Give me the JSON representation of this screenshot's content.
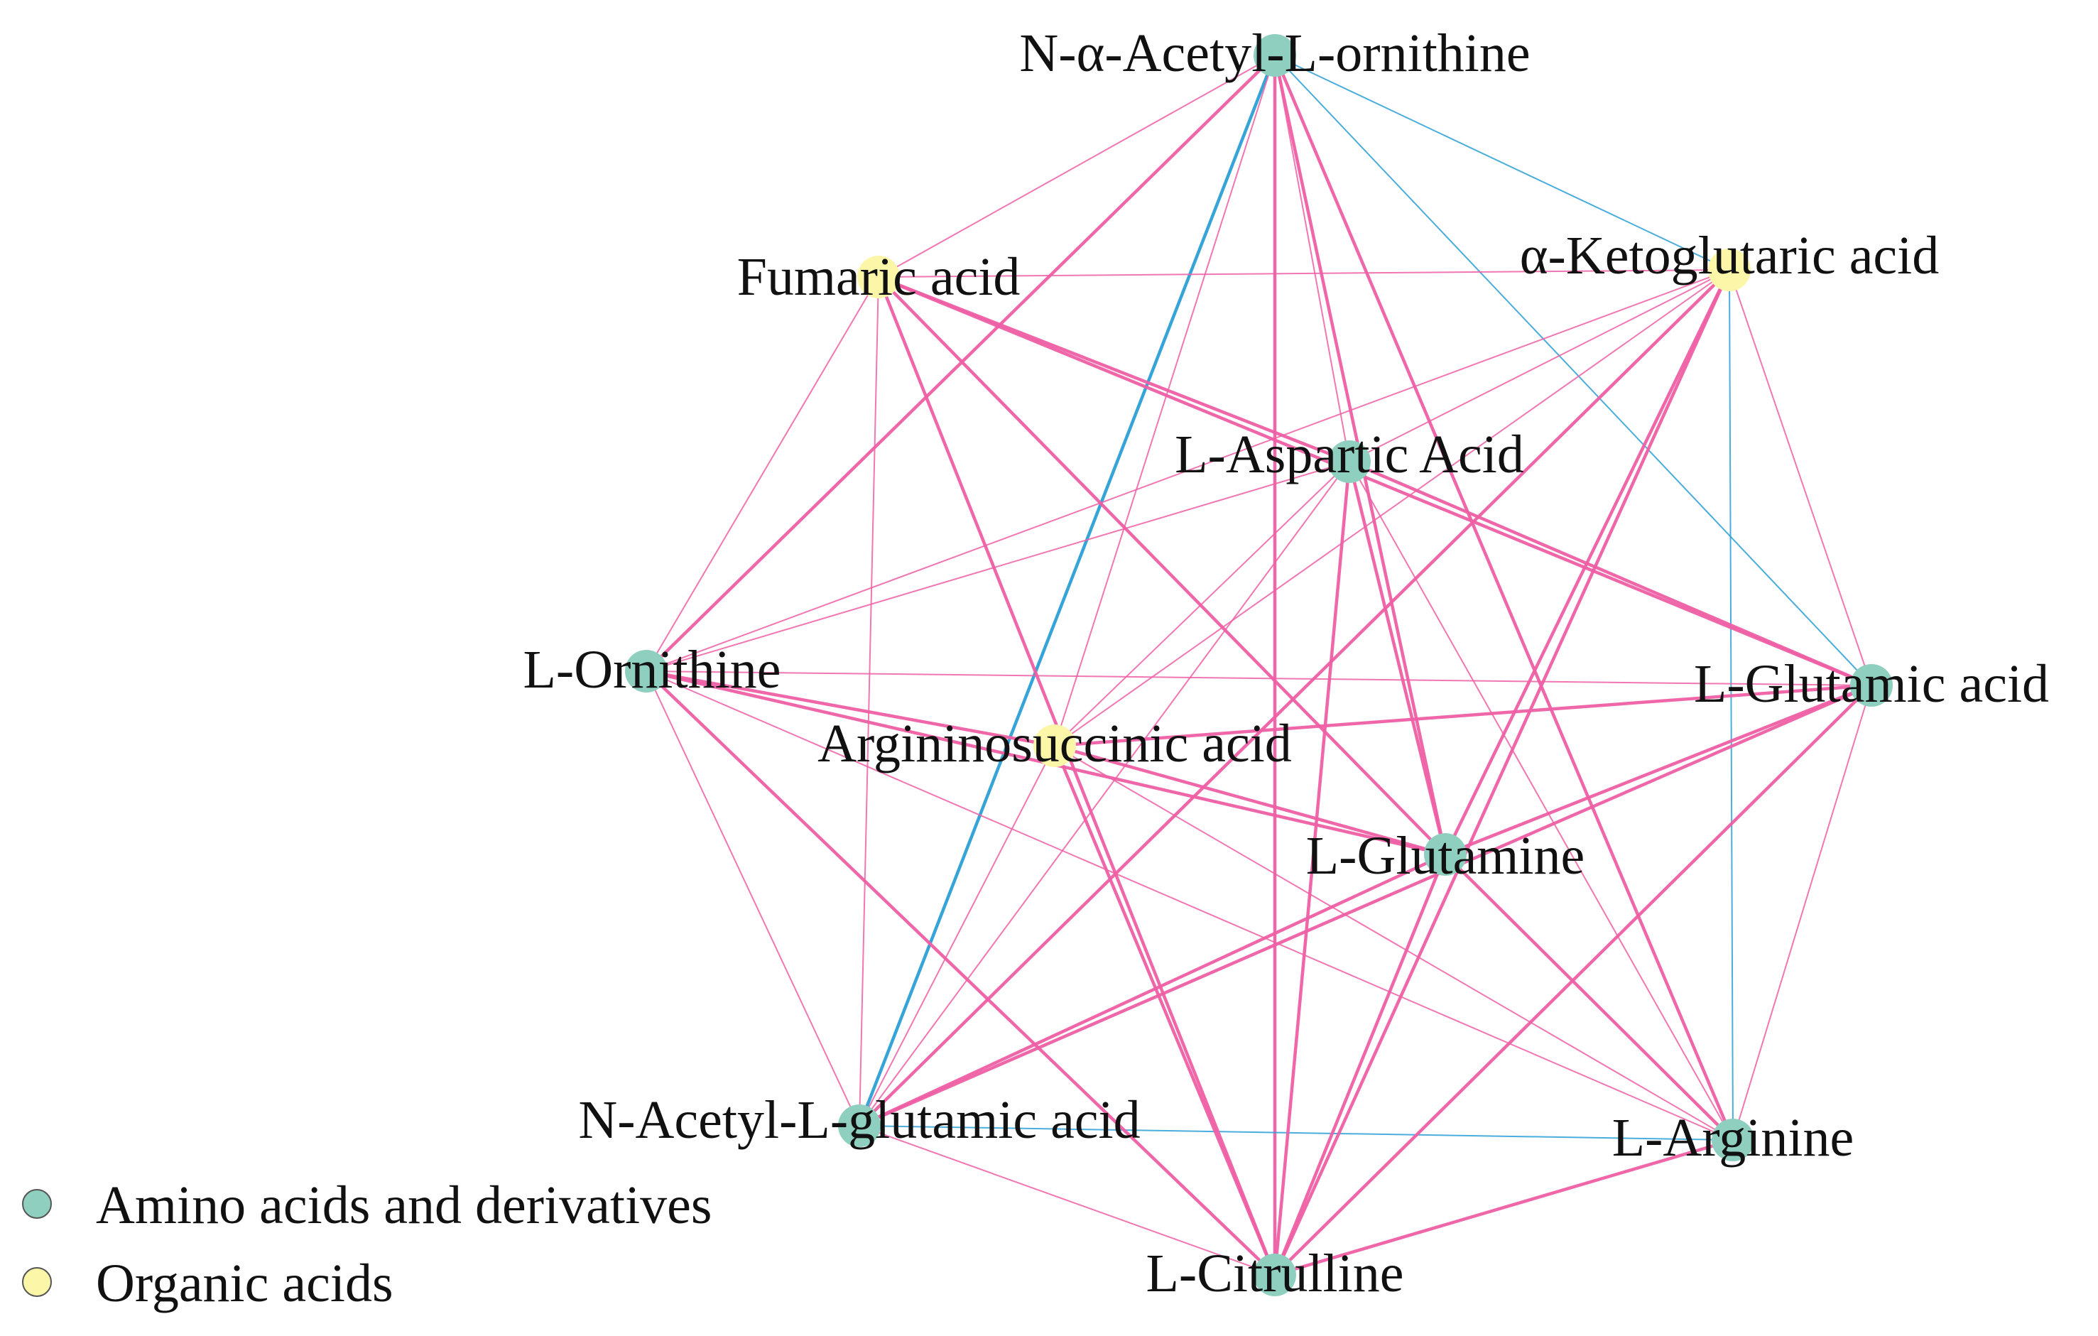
{
  "colors": {
    "amino": "#8fcfbf",
    "organic": "#fbf6a8",
    "positive_edge": "#ee5fa4",
    "negative_edge": "#2c9fd6",
    "label": "#111111"
  },
  "nodes": [
    {
      "id": "nalo",
      "label": "N-α-Acetyl-L-ornithine",
      "group": "amino"
    },
    {
      "id": "akg",
      "label": "α-Ketoglutaric acid",
      "group": "organic"
    },
    {
      "id": "glu",
      "label": "L-Glutamic acid",
      "group": "amino"
    },
    {
      "id": "arg",
      "label": "L-Arginine",
      "group": "amino"
    },
    {
      "id": "cit",
      "label": "L-Citrulline",
      "group": "amino"
    },
    {
      "id": "nag",
      "label": "N-Acetyl-L-glutamic acid",
      "group": "amino"
    },
    {
      "id": "orn",
      "label": "L-Ornithine",
      "group": "amino"
    },
    {
      "id": "fum",
      "label": "Fumaric acid",
      "group": "organic"
    },
    {
      "id": "asp",
      "label": "L-Aspartic Acid",
      "group": "amino"
    },
    {
      "id": "arsuc",
      "label": "Argininosuccinic acid",
      "group": "organic"
    },
    {
      "id": "gln",
      "label": "L-Glutamine",
      "group": "amino"
    }
  ],
  "edges": [
    {
      "s": "nalo",
      "t": "akg",
      "sign": "negative",
      "weight": 1
    },
    {
      "s": "nalo",
      "t": "glu",
      "sign": "negative",
      "weight": 1
    },
    {
      "s": "nalo",
      "t": "nag",
      "sign": "negative",
      "weight": 2
    },
    {
      "s": "nalo",
      "t": "fum",
      "sign": "positive",
      "weight": 1
    },
    {
      "s": "nalo",
      "t": "orn",
      "sign": "positive",
      "weight": 2
    },
    {
      "s": "nalo",
      "t": "arsuc",
      "sign": "positive",
      "weight": 1
    },
    {
      "s": "nalo",
      "t": "asp",
      "sign": "positive",
      "weight": 1
    },
    {
      "s": "nalo",
      "t": "gln",
      "sign": "positive",
      "weight": 2
    },
    {
      "s": "nalo",
      "t": "cit",
      "sign": "positive",
      "weight": 2
    },
    {
      "s": "nalo",
      "t": "arg",
      "sign": "positive",
      "weight": 2
    },
    {
      "s": "akg",
      "t": "arg",
      "sign": "negative",
      "weight": 1
    },
    {
      "s": "nag",
      "t": "arg",
      "sign": "negative",
      "weight": 1
    },
    {
      "s": "fum",
      "t": "akg",
      "sign": "positive",
      "weight": 1
    },
    {
      "s": "fum",
      "t": "orn",
      "sign": "positive",
      "weight": 1
    },
    {
      "s": "fum",
      "t": "nag",
      "sign": "positive",
      "weight": 1
    },
    {
      "s": "fum",
      "t": "asp",
      "sign": "positive",
      "weight": 2
    },
    {
      "s": "fum",
      "t": "glu",
      "sign": "positive",
      "weight": 2
    },
    {
      "s": "fum",
      "t": "gln",
      "sign": "positive",
      "weight": 2
    },
    {
      "s": "fum",
      "t": "cit",
      "sign": "positive",
      "weight": 2
    },
    {
      "s": "akg",
      "t": "asp",
      "sign": "positive",
      "weight": 1
    },
    {
      "s": "akg",
      "t": "orn",
      "sign": "positive",
      "weight": 1
    },
    {
      "s": "akg",
      "t": "arsuc",
      "sign": "positive",
      "weight": 1
    },
    {
      "s": "akg",
      "t": "glu",
      "sign": "positive",
      "weight": 1
    },
    {
      "s": "akg",
      "t": "gln",
      "sign": "positive",
      "weight": 2
    },
    {
      "s": "akg",
      "t": "nag",
      "sign": "positive",
      "weight": 2
    },
    {
      "s": "akg",
      "t": "cit",
      "sign": "positive",
      "weight": 2
    },
    {
      "s": "asp",
      "t": "orn",
      "sign": "positive",
      "weight": 1
    },
    {
      "s": "asp",
      "t": "glu",
      "sign": "positive",
      "weight": 2
    },
    {
      "s": "asp",
      "t": "arsuc",
      "sign": "positive",
      "weight": 1
    },
    {
      "s": "asp",
      "t": "nag",
      "sign": "positive",
      "weight": 1
    },
    {
      "s": "asp",
      "t": "gln",
      "sign": "positive",
      "weight": 2
    },
    {
      "s": "asp",
      "t": "cit",
      "sign": "positive",
      "weight": 2
    },
    {
      "s": "asp",
      "t": "arg",
      "sign": "positive",
      "weight": 1
    },
    {
      "s": "orn",
      "t": "glu",
      "sign": "positive",
      "weight": 1
    },
    {
      "s": "orn",
      "t": "arsuc",
      "sign": "positive",
      "weight": 2
    },
    {
      "s": "orn",
      "t": "gln",
      "sign": "positive",
      "weight": 2
    },
    {
      "s": "orn",
      "t": "arg",
      "sign": "positive",
      "weight": 1
    },
    {
      "s": "orn",
      "t": "cit",
      "sign": "positive",
      "weight": 2
    },
    {
      "s": "orn",
      "t": "nag",
      "sign": "positive",
      "weight": 1
    },
    {
      "s": "arsuc",
      "t": "glu",
      "sign": "positive",
      "weight": 2
    },
    {
      "s": "arsuc",
      "t": "gln",
      "sign": "positive",
      "weight": 2
    },
    {
      "s": "arsuc",
      "t": "cit",
      "sign": "positive",
      "weight": 2
    },
    {
      "s": "arsuc",
      "t": "arg",
      "sign": "positive",
      "weight": 1
    },
    {
      "s": "arsuc",
      "t": "nag",
      "sign": "positive",
      "weight": 1
    },
    {
      "s": "gln",
      "t": "glu",
      "sign": "positive",
      "weight": 2
    },
    {
      "s": "gln",
      "t": "nag",
      "sign": "positive",
      "weight": 2
    },
    {
      "s": "gln",
      "t": "cit",
      "sign": "positive",
      "weight": 2
    },
    {
      "s": "gln",
      "t": "arg",
      "sign": "positive",
      "weight": 2
    },
    {
      "s": "glu",
      "t": "nag",
      "sign": "positive",
      "weight": 2
    },
    {
      "s": "glu",
      "t": "cit",
      "sign": "positive",
      "weight": 2
    },
    {
      "s": "glu",
      "t": "arg",
      "sign": "positive",
      "weight": 1
    },
    {
      "s": "nag",
      "t": "cit",
      "sign": "positive",
      "weight": 1
    },
    {
      "s": "cit",
      "t": "arg",
      "sign": "positive",
      "weight": 2
    }
  ],
  "legend": [
    {
      "label": "Amino acids and derivatives",
      "group": "amino"
    },
    {
      "label": "Organic acids",
      "group": "organic"
    }
  ]
}
